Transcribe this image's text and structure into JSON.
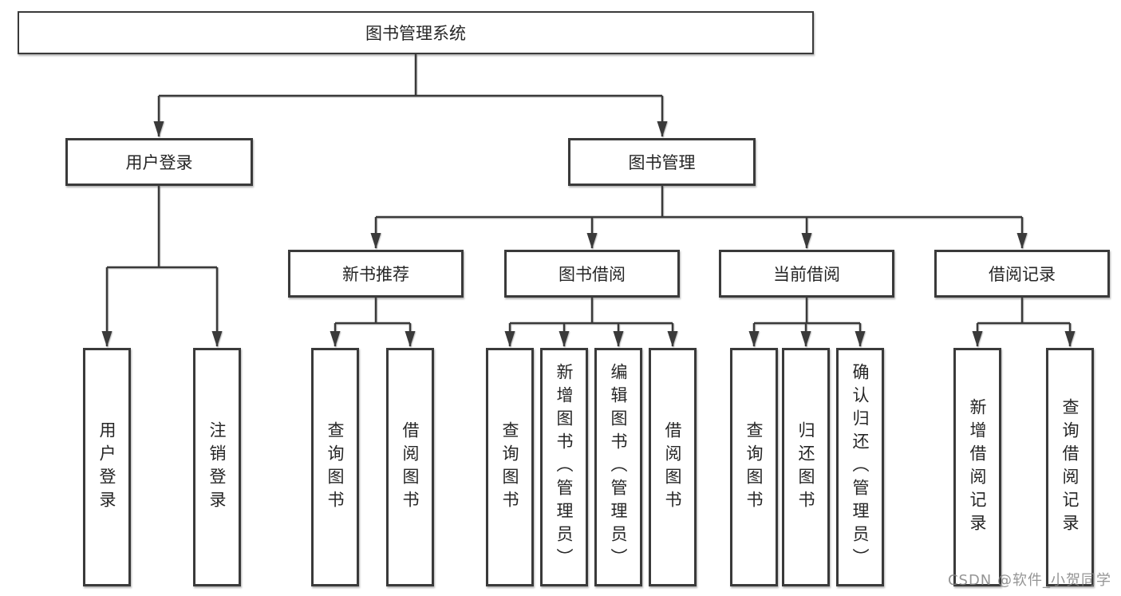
{
  "diagram": {
    "root": {
      "label": "图书管理系统"
    },
    "branches": [
      {
        "label": "用户登录",
        "leaves": [
          "用户登录",
          "注销登录"
        ]
      },
      {
        "label": "图书管理",
        "groups": [
          {
            "label": "新书推荐",
            "leaves": [
              "查询图书",
              "借阅图书"
            ]
          },
          {
            "label": "图书借阅",
            "leaves": [
              "查询图书",
              "新增图书（管理员）",
              "编辑图书（管理员）",
              "借阅图书"
            ]
          },
          {
            "label": "当前借阅",
            "leaves": [
              "查询图书",
              "归还图书",
              "确认归还（管理员）"
            ]
          },
          {
            "label": "借阅记录",
            "leaves": [
              "新增借阅记录",
              "查询借阅记录"
            ]
          }
        ]
      }
    ]
  },
  "watermark": {
    "text": "CSDN @软件_小贺同学"
  },
  "colors": {
    "background": "#ffffff",
    "line": "#3a3a3a",
    "box_border": "#3a3a3a",
    "box_background": "#ffffff",
    "text": "#262626",
    "watermark": "#828282"
  }
}
